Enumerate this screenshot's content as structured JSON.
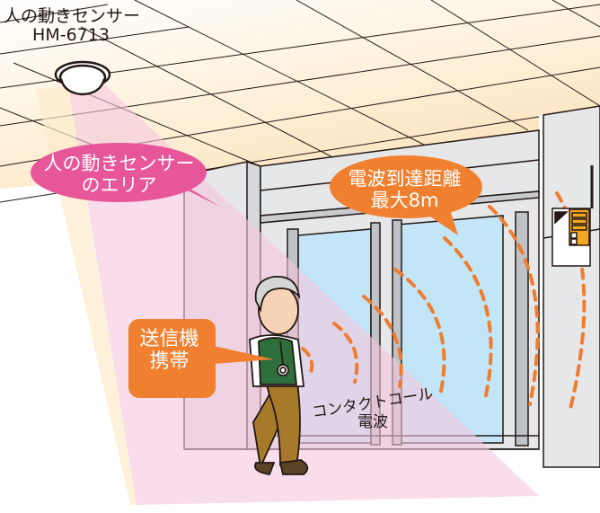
{
  "sensor": {
    "name": "人の動きセンサー",
    "model": "HM-6713"
  },
  "callouts": {
    "sensor_area": {
      "line1": "人の動きセンサー",
      "line2": "のエリア",
      "color": "#E8569A"
    },
    "range": {
      "line1": "電波到達距離",
      "line2": "最大8m",
      "color": "#F08030"
    },
    "transmitter": {
      "line1": "送信機",
      "line2": "携帯",
      "color": "#F08030"
    }
  },
  "wave_label": {
    "line1": "コンタクトコール",
    "line2": "電波"
  },
  "colors": {
    "ceiling": "#FCEBCB",
    "wall": "#E6E7E9",
    "glass": "#C2E6F7",
    "sensor_cone": "#F5C6DD",
    "wave_dash": "#EE7D2F",
    "receiver_panel": "#F5A623",
    "vest": "#2E6E3A",
    "trousers": "#A67A2A"
  }
}
